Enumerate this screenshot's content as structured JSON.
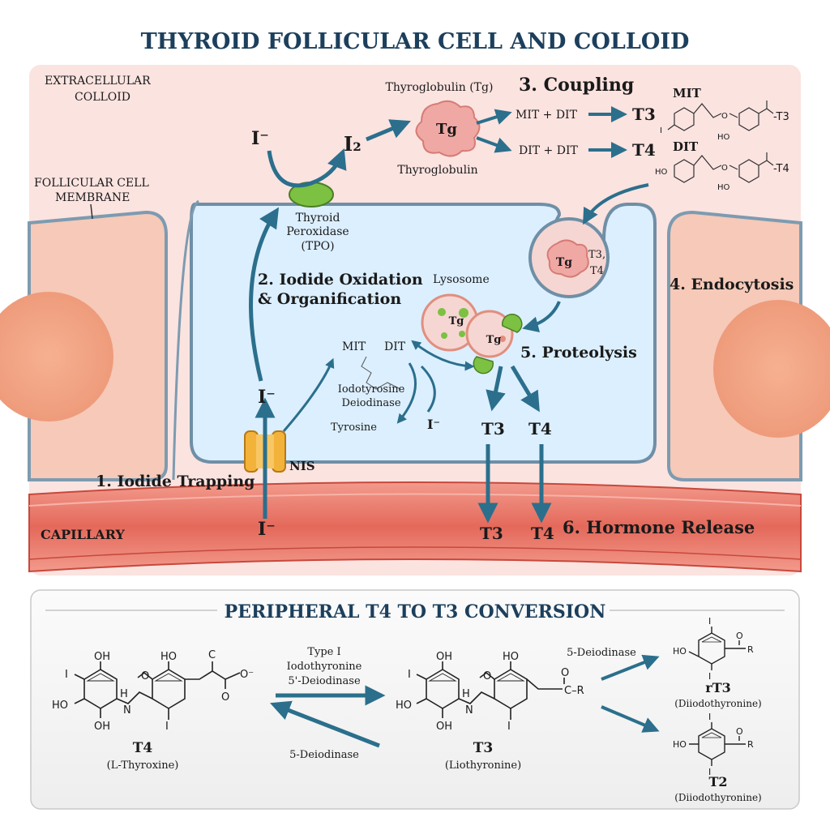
{
  "title": "THYROID FOLLICULAR CELL AND COLLOID",
  "regions": {
    "colloid": [
      "EXTRACELLULAR",
      "COLLOID"
    ],
    "membrane": [
      "FOLLICULAR CELL",
      "MEMBRANE"
    ],
    "capillary": "CAPILLARY"
  },
  "steps": {
    "s1": "1. Iodide Trapping",
    "s2": [
      "2. Iodide Oxidation",
      "& Organification"
    ],
    "s3": "3. Coupling",
    "s4": "4. Endocytosis",
    "s5": "5. Proteolysis",
    "s6": "6. Hormone Release"
  },
  "labels": {
    "iodide": "I⁻",
    "iodine": "I₂",
    "tpo": [
      "Thyroid",
      "Peroxidase",
      "(TPO)"
    ],
    "tg_top": "Thyroglobulin (Tg)",
    "tg_bottom": "Thyroglobulin",
    "tg": "Tg",
    "coupling_a": "MIT + DIT",
    "coupling_b": "DIT + DIT",
    "t3": "T3",
    "t4": "T4",
    "mit": "MIT",
    "dit": "DIT",
    "endo_t3": "T3,",
    "endo_t4": "T4",
    "lysosome": "Lysosome",
    "deiodinase": [
      "Iodotyrosine",
      "Deiodinase"
    ],
    "tyrosine": "Tyrosine",
    "nis": "NIS",
    "chem_o": "O",
    "chem_ho": "HO",
    "chem_i": "I",
    "chem_mit_t3": "-T3",
    "chem_dit_t4": "-T4"
  },
  "peripheral": {
    "title": "PERIPHERAL T4 TO T3 CONVERSION",
    "enzyme_forward": [
      "Type I",
      "Iodothyronine",
      "5'-Deiodinase"
    ],
    "enzyme_back": "5-Deiodinase",
    "enzyme_upper": "5-Deiodinase",
    "t4_name": "T4",
    "t4_sub": "(L-Thyroxine)",
    "t3_name": "T3",
    "t3_sub": "(Liothyronine)",
    "rt3_name": "rT3",
    "rt3_sub": "(Diiodothyronine)",
    "t2_name": "T2",
    "t2_sub": "(Diiodothyronine)",
    "atoms": {
      "oh": "OH",
      "ho": "HO",
      "i": "I",
      "h": "H",
      "n": "N",
      "o": "O",
      "o_minus": "O⁻",
      "c": "C",
      "r": "R",
      "c_r": "C–R"
    }
  },
  "colors": {
    "title": "#1c3f5c",
    "colloid_bg": "#fbe3e0",
    "cell": "#dcefff",
    "cell_border": "#6f8fa6",
    "capillary": "#e8776a",
    "arrow": "#2b6f8c",
    "tg": "#f0a8a4",
    "tpo": "#7cc142",
    "nis": "#f3b23a"
  }
}
